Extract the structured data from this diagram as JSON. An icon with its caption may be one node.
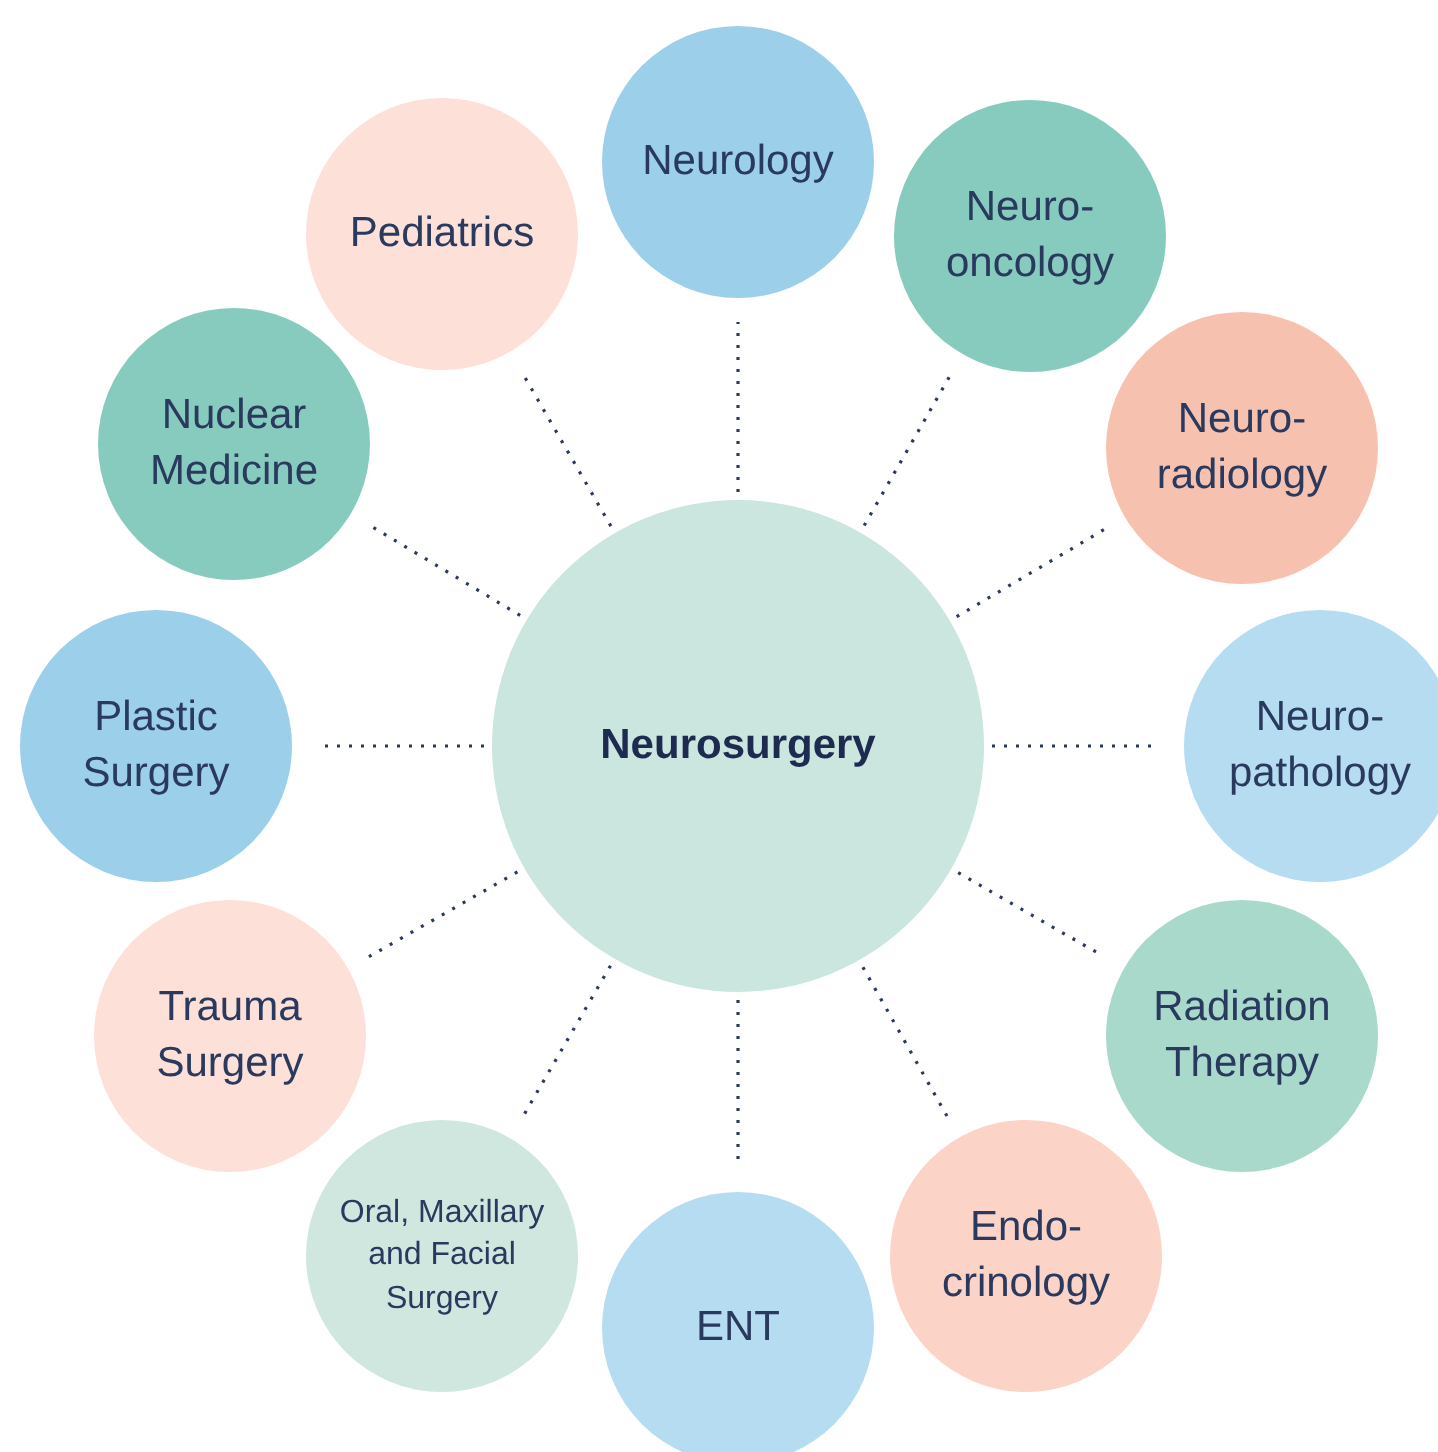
{
  "diagram": {
    "nodes": [
      {
        "text": [
          "Neurosurgery"
        ]
      },
      {
        "text": [
          "Neurology"
        ]
      },
      {
        "text": [
          "Neuro-oncology"
        ]
      },
      {
        "text": [
          "Neuro-radiology"
        ]
      },
      {
        "text": [
          "Neuro-pathology"
        ]
      },
      {
        "text": [
          "Radiation Therapy"
        ]
      },
      {
        "text": [
          "Endo-crinology"
        ]
      },
      {
        "text": [
          "ENT"
        ]
      },
      {
        "text": [
          "Oral, Maxillary and Facial Surgery"
        ]
      },
      {
        "text": [
          "Trauma Surgery"
        ]
      },
      {
        "text": [
          "Plastic Surgery"
        ]
      },
      {
        "text": [
          "Nuclear Medicine"
        ]
      },
      {
        "text": [
          "Pediatrics"
        ]
      }
    ],
    "edges": [
      {
        "from": 0,
        "to": 1,
        "arrow": "none"
      },
      {
        "from": 0,
        "to": 2,
        "arrow": "none"
      },
      {
        "from": 0,
        "to": 3,
        "arrow": "none"
      },
      {
        "from": 0,
        "to": 4,
        "arrow": "none"
      },
      {
        "from": 0,
        "to": 5,
        "arrow": "none"
      },
      {
        "from": 0,
        "to": 6,
        "arrow": "none"
      },
      {
        "from": 0,
        "to": 7,
        "arrow": "none"
      },
      {
        "from": 0,
        "to": 8,
        "arrow": "none"
      },
      {
        "from": 0,
        "to": 9,
        "arrow": "none"
      },
      {
        "from": 0,
        "to": 10,
        "arrow": "none"
      },
      {
        "from": 0,
        "to": 11,
        "arrow": "none"
      },
      {
        "from": 0,
        "to": 12,
        "arrow": "none"
      }
    ]
  }
}
